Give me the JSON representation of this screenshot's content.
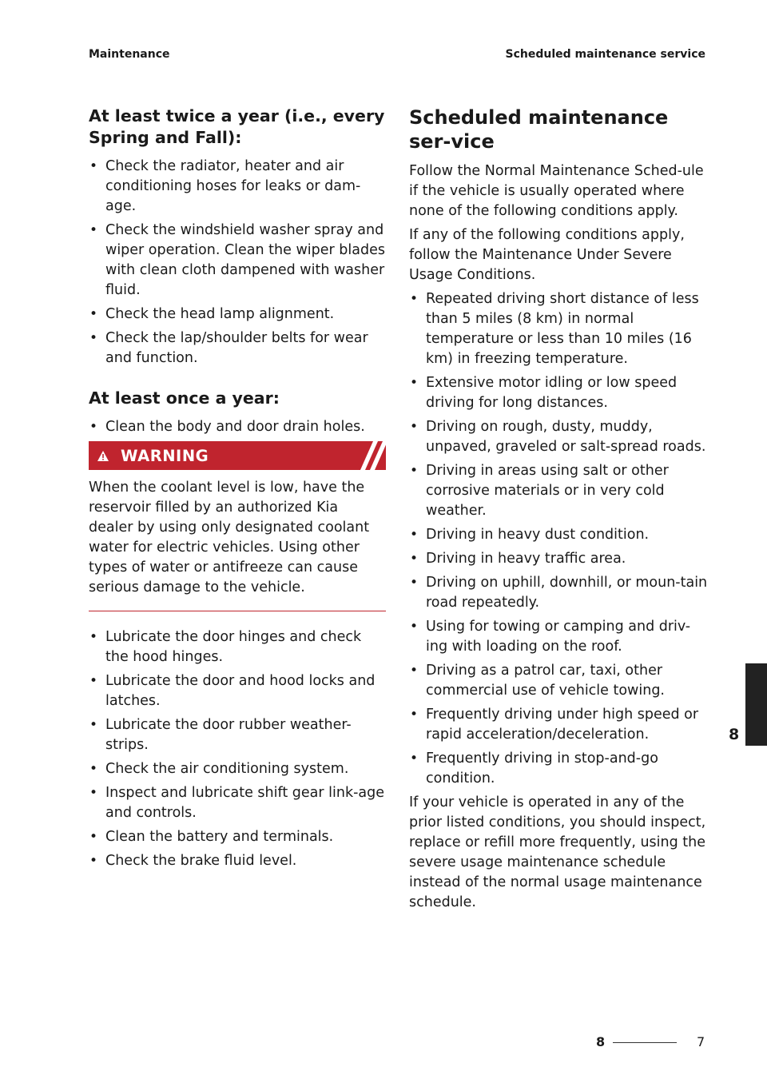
{
  "header": {
    "left": "Maintenance",
    "right": "Scheduled maintenance service"
  },
  "left": {
    "heading1": "At least twice a year (i.e., every Spring and Fall):",
    "list1": [
      "Check the radiator, heater and air conditioning hoses for leaks or dam-age.",
      "Check the windshield washer spray and wiper operation. Clean the wiper blades with clean cloth dampened with washer fluid.",
      "Check the head lamp alignment.",
      "Check the lap/shoulder belts for wear and function."
    ],
    "heading2": "At least once a year:",
    "list2": [
      "Clean the body and door drain holes."
    ],
    "warning": {
      "title": "WARNING",
      "text": "When the coolant level is low, have the reservoir filled by an authorized Kia dealer by using only designated coolant water for electric vehicles. Using other types of water or antifreeze can cause serious damage to the vehicle."
    },
    "list3": [
      "Lubricate the door hinges and check the hood hinges.",
      "Lubricate the door and hood locks and latches.",
      "Lubricate the door rubber weather-strips.",
      "Check the air conditioning system.",
      "Inspect and lubricate shift gear link-age and controls.",
      "Clean the battery and terminals.",
      "Check the brake fluid level."
    ]
  },
  "right": {
    "heading": "Scheduled maintenance ser-vice",
    "para1": "Follow the Normal Maintenance Sched-ule if the vehicle is usually operated where none of the following conditions apply.",
    "para2": "If any of the following conditions apply, follow the Maintenance Under Severe Usage Conditions.",
    "list": [
      "Repeated driving short distance of less than 5 miles (8 km) in normal temperature or less than 10 miles (16 km) in freezing temperature.",
      "Extensive motor idling or low speed driving for long distances.",
      "Driving on rough, dusty, muddy, unpaved, graveled or salt-spread roads.",
      "Driving in areas using salt or other corrosive materials or in very cold weather.",
      "Driving in heavy dust condition.",
      "Driving in heavy traffic area.",
      "Driving on uphill, downhill, or moun-tain road repeatedly.",
      "Using for towing or camping and driv-ing with loading on the roof.",
      "Driving as a patrol car, taxi, other commercial use of vehicle towing.",
      "Frequently driving under high speed or rapid acceleration/deceleration.",
      "Frequently driving in stop-and-go condition."
    ],
    "para3": "If your vehicle is operated in any of the prior listed conditions, you should inspect, replace or refill more frequently, using the severe usage maintenance schedule instead of the normal usage maintenance schedule."
  },
  "side_tab": "8",
  "footer": {
    "chapter": "8",
    "page": "7"
  },
  "colors": {
    "warning_red": "#c0242e",
    "tab_dark": "#222222"
  }
}
